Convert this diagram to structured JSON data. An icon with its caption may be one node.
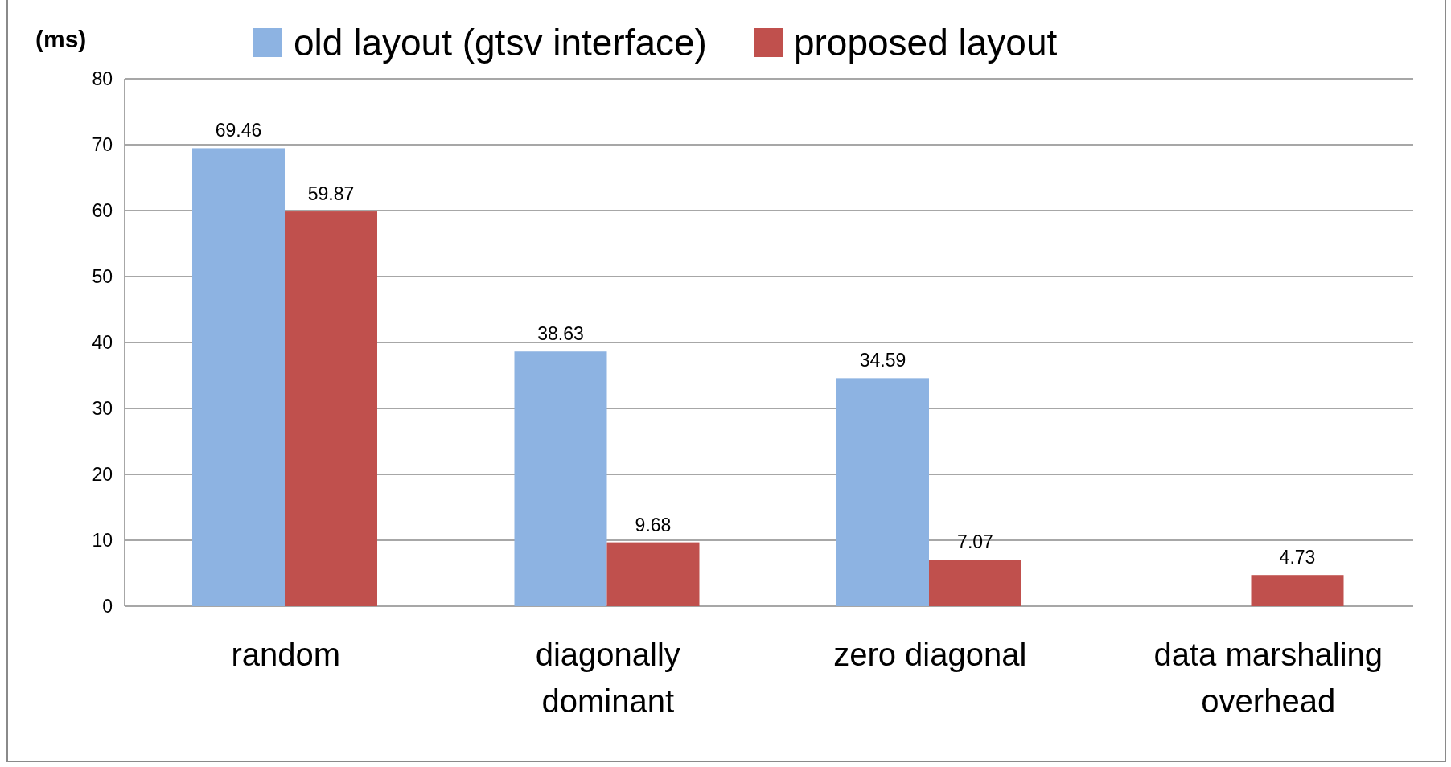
{
  "diagram": {
    "chart_data": {
      "type": "bar",
      "ylabel": "(ms)",
      "categories": [
        "random",
        "diagonally dominant",
        "zero diagonal",
        "data marshaling overhead"
      ],
      "series": [
        {
          "name": "old layout (gtsv interface)",
          "color": "#8db3e2",
          "values": [
            69.46,
            38.63,
            34.59,
            null
          ]
        },
        {
          "name": "proposed layout",
          "color": "#c0504d",
          "values": [
            59.87,
            9.68,
            7.07,
            4.73
          ]
        }
      ],
      "ylim": [
        0,
        80
      ],
      "yticks": [
        0,
        10,
        20,
        30,
        40,
        50,
        60,
        70,
        80
      ],
      "data_labels": true,
      "grid": true,
      "legend": "top"
    }
  }
}
